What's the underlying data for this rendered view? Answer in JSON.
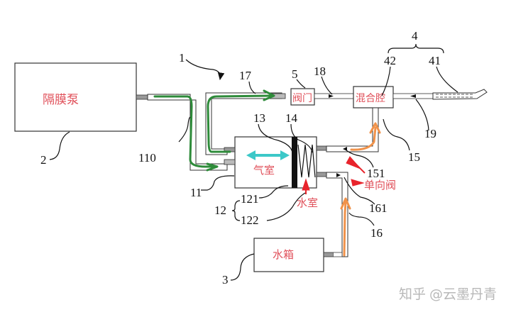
{
  "diagram": {
    "components": {
      "diaphragm_pump": {
        "ref": "2",
        "label": "隔膜泵"
      },
      "valve": {
        "ref": "5",
        "label": "阀门"
      },
      "mixing_chamber": {
        "ref": "42",
        "label": "混合腔"
      },
      "air_chamber": {
        "label": "气室"
      },
      "water_chamber": {
        "label": "水室"
      },
      "water_tank": {
        "ref": "3",
        "label": "水箱"
      },
      "check_valve": {
        "label": "单向阀"
      }
    },
    "reference_numbers": {
      "r1": "1",
      "r2": "2",
      "r3": "3",
      "r4": "4",
      "r5": "5",
      "r11": "11",
      "r12": "12",
      "r13": "13",
      "r14": "14",
      "r15": "15",
      "r151": "151",
      "r16": "16",
      "r161": "161",
      "r17": "17",
      "r18": "18",
      "r19": "19",
      "r41": "41",
      "r42": "42",
      "r110": "110",
      "r121": "121",
      "r122": "122"
    },
    "flow_colors": {
      "air": "#2e8b3a",
      "water": "#f0924a",
      "piston_motion": "#3cc8c8",
      "annotation_arrow": "#e8242c"
    }
  },
  "watermark": {
    "platform": "知乎",
    "author": "@云墨丹青"
  }
}
